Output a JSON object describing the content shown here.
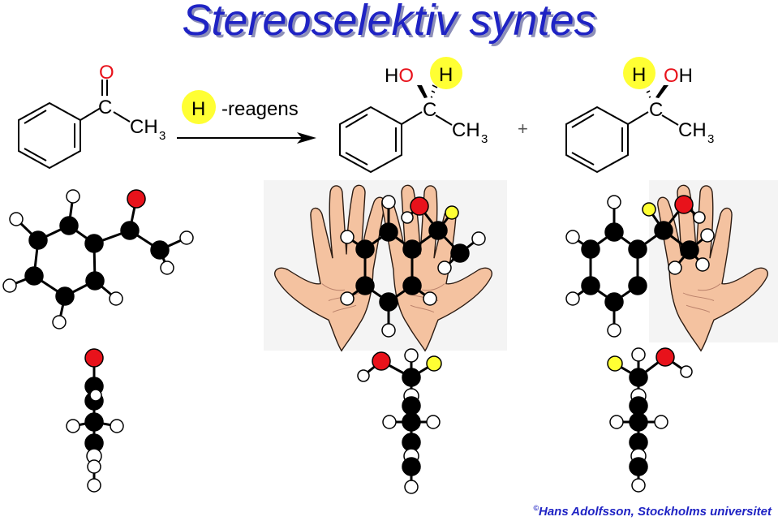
{
  "title": "Stereoselektiv syntes",
  "reaction": {
    "reactant": {
      "o": "O",
      "c": "C",
      "ch": "CH",
      "sub": "3"
    },
    "reagent": {
      "h": "H",
      "suffix": "-reagens"
    },
    "product1": {
      "ho": "HO",
      "h": "H",
      "c": "C",
      "ch": "CH",
      "sub": "3"
    },
    "plus": "+",
    "product2": {
      "h": "H",
      "oh": "OH",
      "c": "C",
      "ch": "CH",
      "sub": "3"
    }
  },
  "credit": {
    "mark": "©",
    "text": "Hans Adolfsson, Stockholms universitet"
  },
  "colors": {
    "title": "#1f23c4",
    "oxygen": "#e8121b",
    "highlight": "#ffff33",
    "carbon": "#000000",
    "hydrogen": "#ffffff",
    "skin": "#f4c2a0"
  }
}
